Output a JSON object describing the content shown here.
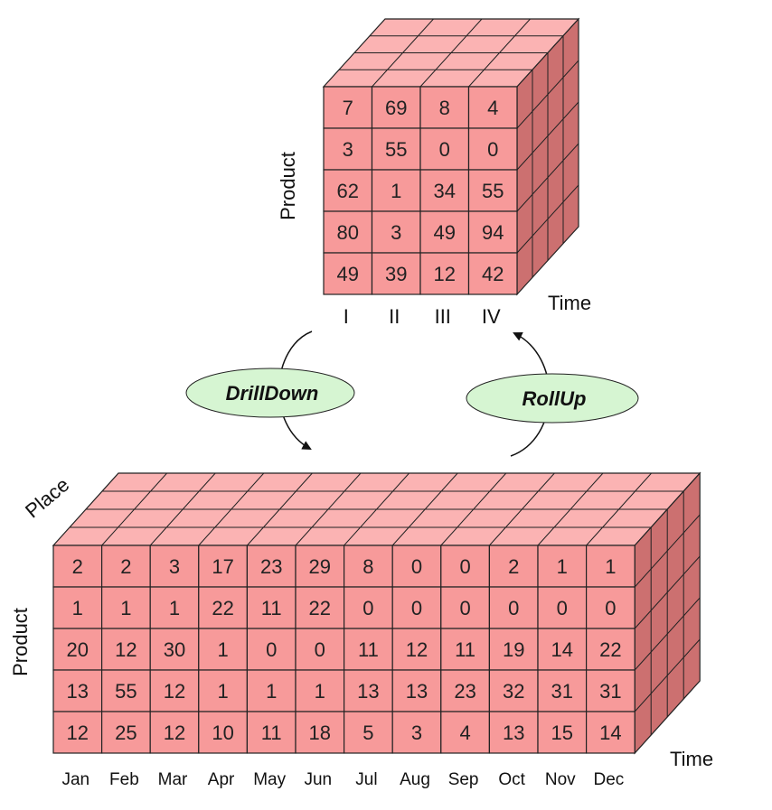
{
  "colors": {
    "front": "#f79a9a",
    "top": "#fbb3b3",
    "side": "#cc7070",
    "grid": "#222222",
    "operation_fill": "#d6f5d2"
  },
  "top_cube": {
    "product_label": "Product",
    "time_label": "Time",
    "time_ticks": [
      "I",
      "II",
      "III",
      "IV"
    ],
    "rows": [
      [
        "7",
        "69",
        "8",
        "4"
      ],
      [
        "3",
        "55",
        "0",
        "0"
      ],
      [
        "62",
        "1",
        "34",
        "55"
      ],
      [
        "80",
        "3",
        "49",
        "94"
      ],
      [
        "49",
        "39",
        "12",
        "42"
      ]
    ]
  },
  "operations": {
    "drilldown": "DrillDown",
    "rollup": "RollUp"
  },
  "bottom_cube": {
    "place_label": "Place",
    "product_label": "Product",
    "time_label": "Time",
    "months": [
      "Jan",
      "Feb",
      "Mar",
      "Apr",
      "May",
      "Jun",
      "Jul",
      "Aug",
      "Sep",
      "Oct",
      "Nov",
      "Dec"
    ],
    "rows": [
      [
        "2",
        "2",
        "3",
        "17",
        "23",
        "29",
        "8",
        "0",
        "0",
        "2",
        "1",
        "1"
      ],
      [
        "1",
        "1",
        "1",
        "22",
        "11",
        "22",
        "0",
        "0",
        "0",
        "0",
        "0",
        "0"
      ],
      [
        "20",
        "12",
        "30",
        "1",
        "0",
        "0",
        "11",
        "12",
        "11",
        "19",
        "14",
        "22"
      ],
      [
        "13",
        "55",
        "12",
        "1",
        "1",
        "1",
        "13",
        "13",
        "23",
        "32",
        "31",
        "31"
      ],
      [
        "12",
        "25",
        "12",
        "10",
        "11",
        "18",
        "5",
        "3",
        "4",
        "13",
        "15",
        "14"
      ]
    ]
  }
}
